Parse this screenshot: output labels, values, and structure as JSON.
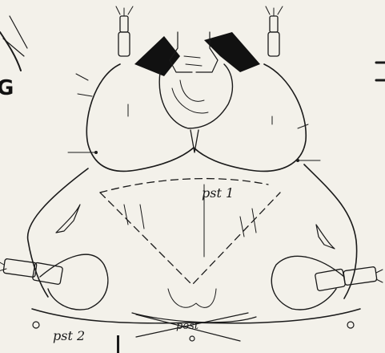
{
  "figure": {
    "panel_letter": "G",
    "labels": {
      "pst1": "pst 1",
      "pst2": "pst 2",
      "post": "post"
    }
  }
}
